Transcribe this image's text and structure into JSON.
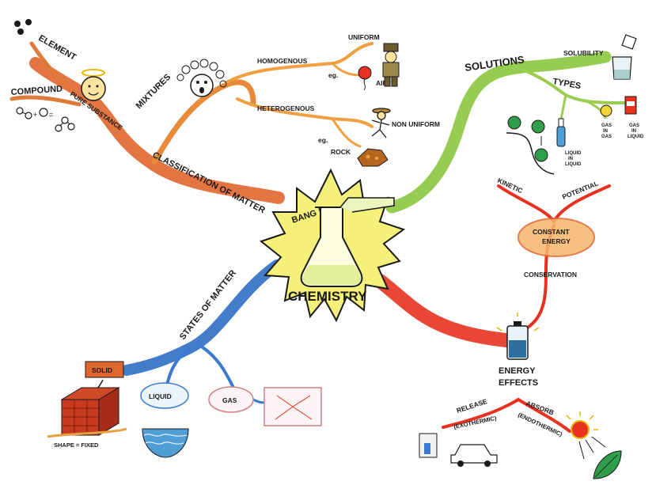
{
  "center": {
    "title": "CHEMISTRY",
    "bang": "BANG !"
  },
  "branches": {
    "classification": {
      "label": "CLASSIFICATION OF MATTER",
      "pure_substance": "PURE SUBSTANCE",
      "element": "ELEMENT",
      "compound": "COMPOUND",
      "mixtures": "MIXTURES",
      "homogenous": "HOMOGENOUS",
      "uniform": "UNIFORM",
      "eg1": "eg.",
      "air": "AIR",
      "heterogenous": "HETEROGENOUS",
      "non_uniform": "NON UNIFORM",
      "eg2": "eg.",
      "rock": "ROCK"
    },
    "solutions": {
      "label": "SOLUTIONS",
      "solubility": "SOLUBILITY",
      "types": "TYPES",
      "type_items": [
        [
          "LIQUID",
          "IN",
          "LIQUID"
        ],
        [
          "GAS",
          "IN",
          "GAS"
        ],
        [
          "GAS",
          "IN",
          "LIQUID"
        ]
      ]
    },
    "energy": {
      "kinetic": "KINETIC",
      "potential": "POTENTIAL",
      "constant_energy": [
        "CONSTANT",
        "ENERGY"
      ],
      "conservation": "CONSERVATION",
      "effects": [
        "ENERGY",
        "EFFECTS"
      ],
      "release": "RELEASE",
      "exothermic": "(EXOTHERMIC)",
      "absorb": "ABSORB",
      "endothermic": "(ENDOTHERMIC)"
    },
    "states": {
      "label": "STATES OF MATTER",
      "solid": "SOLID",
      "shape_fixed": "SHAPE = FIXED",
      "liquid": "LIQUID",
      "gas": "GAS"
    }
  },
  "colors": {
    "orange_branch": "#e0662e",
    "green_branch": "#8cc63f",
    "red_branch": "#e8321f",
    "blue_branch": "#2f6fc4",
    "starburst": "#f4f07a",
    "outline": "#1a1a1a"
  },
  "icons": [
    "flask-icon",
    "halo-face-icon",
    "bubble-head-icon",
    "soldier-icon",
    "balloon-icon",
    "running-man-icon",
    "rock-icon",
    "beaker-icon",
    "ball-ramp-icon",
    "battery-icon",
    "sun-icon",
    "leaf-icon",
    "car-icon",
    "fuel-pump-icon",
    "brick-cube-icon",
    "water-bowl-icon",
    "gas-box-icon"
  ]
}
